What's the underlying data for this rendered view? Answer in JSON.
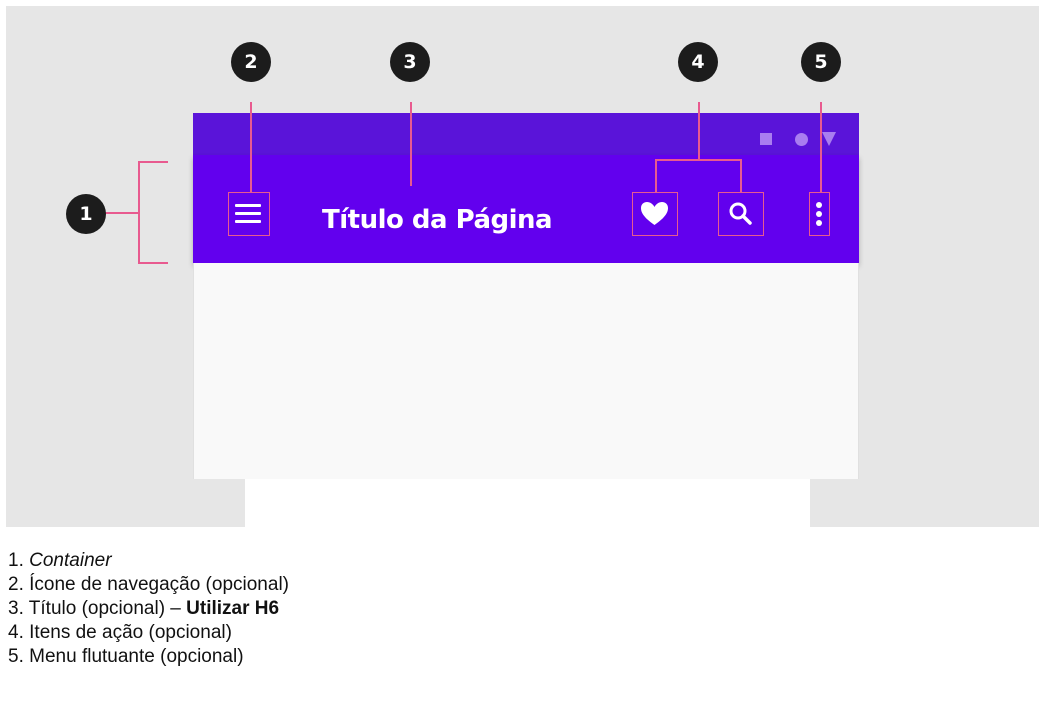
{
  "app_bar": {
    "title": "Título da Página"
  },
  "icons": {
    "navigation": "hamburger-menu-icon",
    "action_1": "heart-icon",
    "action_2": "search-icon",
    "overflow": "more-vert-icon",
    "status": [
      "square-icon",
      "circle-icon",
      "triangle-icon"
    ]
  },
  "colors": {
    "app_bar": "#6200ee",
    "status_bar": "#5a14d9",
    "highlight": "#e85a8f",
    "badge": "#1c1c1c"
  },
  "callouts": [
    "1",
    "2",
    "3",
    "4",
    "5"
  ],
  "legend": [
    {
      "num": "1.",
      "text": "Container",
      "suffix": "",
      "bold": ""
    },
    {
      "num": "2.",
      "text": "Ícone de navegação (opcional)",
      "suffix": "",
      "bold": ""
    },
    {
      "num": "3.",
      "text": "Título (opcional) – ",
      "suffix": "",
      "bold": "Utilizar H6"
    },
    {
      "num": "4.",
      "text": "Itens de ação (opcional)",
      "suffix": "",
      "bold": ""
    },
    {
      "num": "5.",
      "text": "Menu flutuante (opcional)",
      "suffix": "",
      "bold": ""
    }
  ]
}
